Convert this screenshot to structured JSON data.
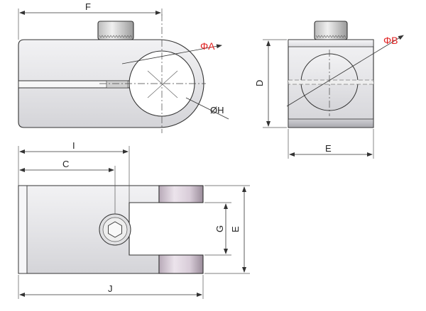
{
  "labels": {
    "F": "F",
    "A": "ΦA",
    "H": "ØH",
    "B": "ΦB",
    "D": "D",
    "E_right": "E",
    "I": "I",
    "C": "C",
    "G": "G",
    "E_bottom": "E",
    "J": "J"
  },
  "colors": {
    "body": "#e6e6e8",
    "body_dark": "#c8c8cc",
    "accent_dim": "#e02020",
    "pad_light": "#e8e0e8",
    "pad_dark": "#a89aa8"
  }
}
